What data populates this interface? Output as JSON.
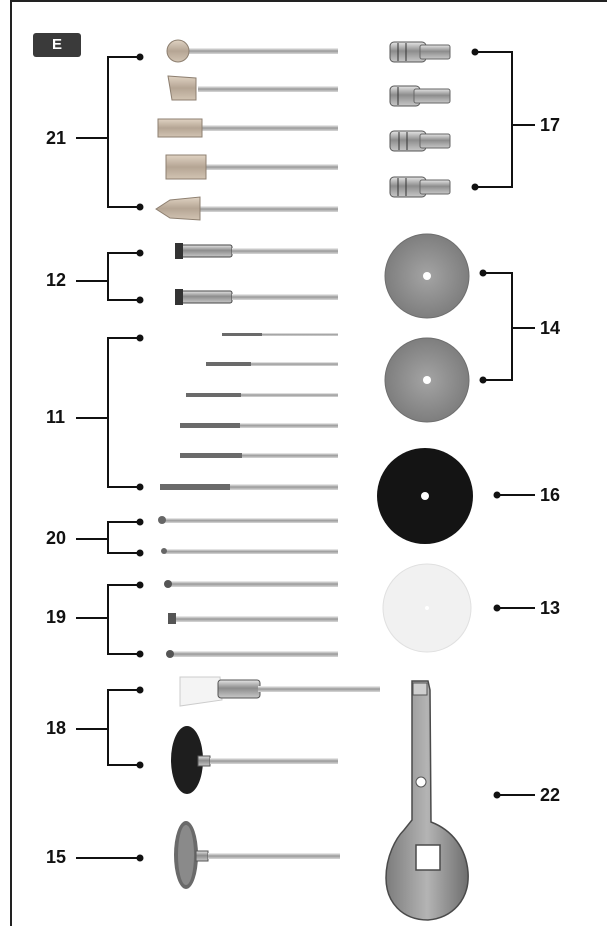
{
  "figure": {
    "badge": "E",
    "labels": {
      "l21": "21",
      "l12": "12",
      "l11": "11",
      "l20": "20",
      "l19": "19",
      "l18": "18",
      "l15": "15",
      "l17": "17",
      "l14": "14",
      "l16": "16",
      "l13": "13",
      "l22": "22"
    }
  }
}
